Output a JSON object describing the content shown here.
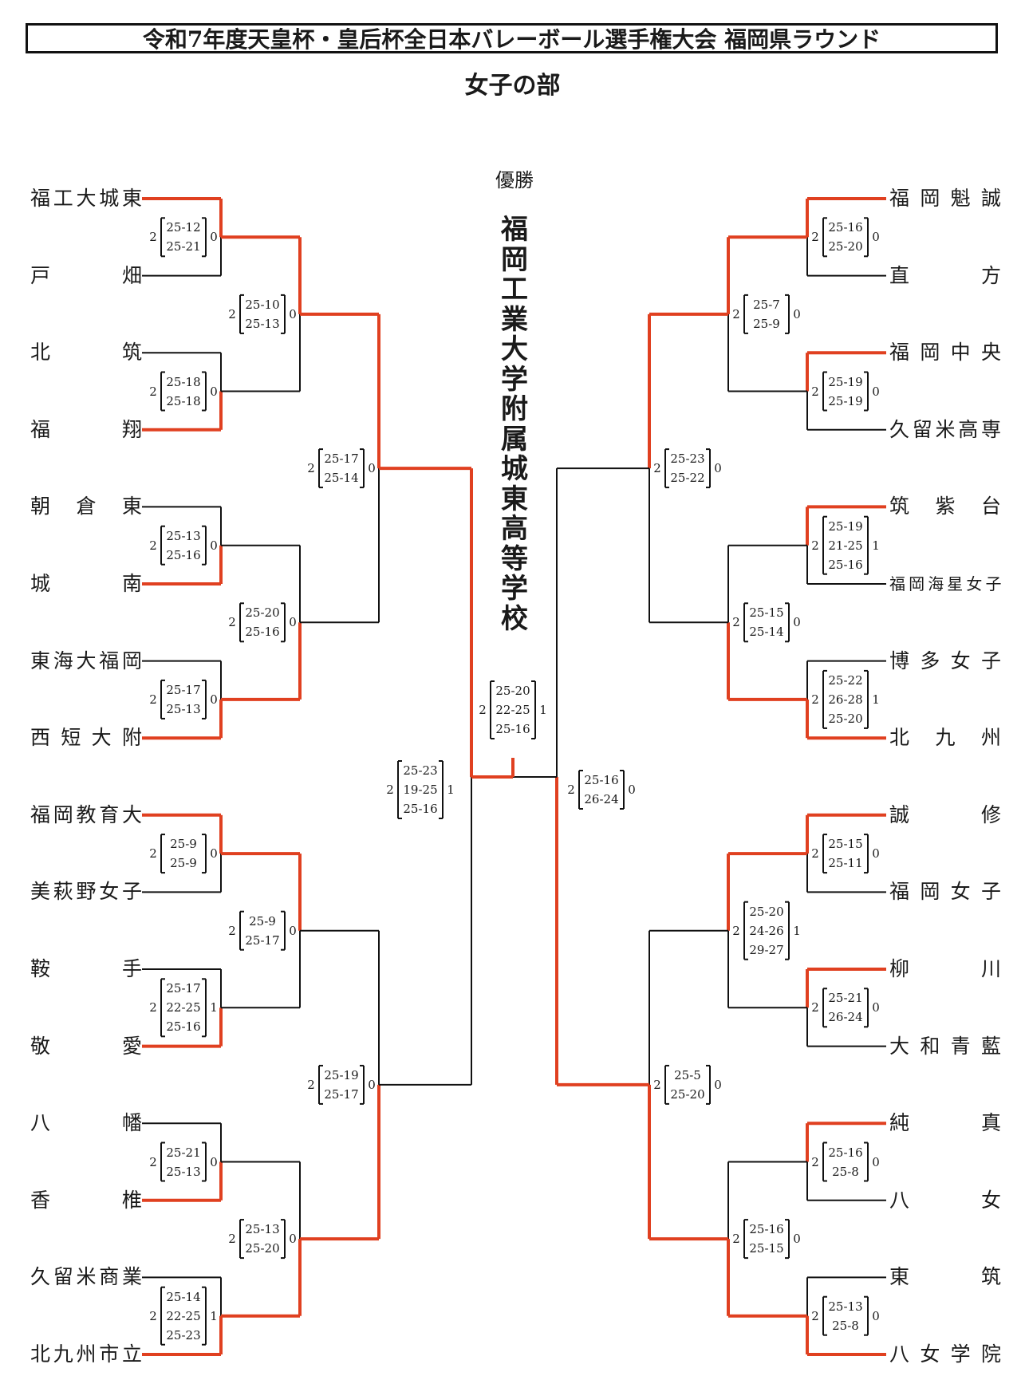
{
  "title": "令和7年度天皇杯・皇后杯全日本バレーボール選手権大会 福岡県ラウンド",
  "subtitle": "女子の部",
  "champion_label": "優勝",
  "champion": "福岡工業大学附属城東高等学校",
  "colors": {
    "winner_line": "#e04020",
    "loser_line": "#111111"
  },
  "left_teams": [
    "福工大城東",
    "戸畑",
    "北筑",
    "福翔",
    "朝倉東",
    "城南",
    "東海大福岡",
    "西短大附",
    "福岡教育大",
    "美萩野女子",
    "鞍手",
    "敬愛",
    "八幡",
    "香椎",
    "久留米商業",
    "北九州市立"
  ],
  "right_teams": [
    "福岡魁誠",
    "直方",
    "福岡中央",
    "久留米高専",
    "筑紫台",
    "福岡海星女子",
    "博多女子",
    "北九州",
    "誠修",
    "福岡女子",
    "柳川",
    "大和青藍",
    "純真",
    "八女",
    "東筑",
    "八女学院"
  ],
  "left_scores": {
    "r1": [
      {
        "a": "2",
        "b": "0",
        "sets": [
          "25-12",
          "25-21"
        ]
      },
      {
        "a": "2",
        "b": "0",
        "sets": [
          "25-18",
          "25-18"
        ]
      },
      {
        "a": "2",
        "b": "0",
        "sets": [
          "25-13",
          "25-16"
        ]
      },
      {
        "a": "2",
        "b": "0",
        "sets": [
          "25-17",
          "25-13"
        ]
      },
      {
        "a": "2",
        "b": "0",
        "sets": [
          "25-9",
          "25-9"
        ]
      },
      {
        "a": "2",
        "b": "1",
        "sets": [
          "25-17",
          "22-25",
          "25-16"
        ]
      },
      {
        "a": "2",
        "b": "0",
        "sets": [
          "25-21",
          "25-13"
        ]
      },
      {
        "a": "2",
        "b": "1",
        "sets": [
          "25-14",
          "22-25",
          "25-23"
        ]
      }
    ],
    "r2": [
      {
        "a": "2",
        "b": "0",
        "sets": [
          "25-10",
          "25-13"
        ]
      },
      {
        "a": "2",
        "b": "0",
        "sets": [
          "25-20",
          "25-16"
        ]
      },
      {
        "a": "2",
        "b": "0",
        "sets": [
          "25-9",
          "25-17"
        ]
      },
      {
        "a": "2",
        "b": "0",
        "sets": [
          "25-13",
          "25-20"
        ]
      }
    ],
    "r3": [
      {
        "a": "2",
        "b": "0",
        "sets": [
          "25-17",
          "25-14"
        ]
      },
      {
        "a": "2",
        "b": "0",
        "sets": [
          "25-19",
          "25-17"
        ]
      }
    ],
    "r4": [
      {
        "a": "2",
        "b": "1",
        "sets": [
          "25-23",
          "19-25",
          "25-16"
        ]
      }
    ]
  },
  "right_scores": {
    "r1": [
      {
        "a": "2",
        "b": "0",
        "sets": [
          "25-16",
          "25-20"
        ]
      },
      {
        "a": "2",
        "b": "0",
        "sets": [
          "25-19",
          "25-19"
        ]
      },
      {
        "a": "2",
        "b": "1",
        "sets": [
          "25-19",
          "21-25",
          "25-16"
        ]
      },
      {
        "a": "2",
        "b": "1",
        "sets": [
          "25-22",
          "26-28",
          "25-20"
        ]
      },
      {
        "a": "2",
        "b": "0",
        "sets": [
          "25-15",
          "25-11"
        ]
      },
      {
        "a": "2",
        "b": "0",
        "sets": [
          "25-21",
          "26-24"
        ]
      },
      {
        "a": "2",
        "b": "0",
        "sets": [
          "25-16",
          "25-8"
        ]
      },
      {
        "a": "2",
        "b": "0",
        "sets": [
          "25-13",
          "25-8"
        ]
      }
    ],
    "r2": [
      {
        "a": "2",
        "b": "0",
        "sets": [
          "25-7",
          "25-9"
        ]
      },
      {
        "a": "2",
        "b": "0",
        "sets": [
          "25-15",
          "25-14"
        ]
      },
      {
        "a": "2",
        "b": "1",
        "sets": [
          "25-20",
          "24-26",
          "29-27"
        ]
      },
      {
        "a": "2",
        "b": "0",
        "sets": [
          "25-16",
          "25-15"
        ]
      }
    ],
    "r3": [
      {
        "a": "2",
        "b": "0",
        "sets": [
          "25-23",
          "25-22"
        ]
      },
      {
        "a": "2",
        "b": "0",
        "sets": [
          "25-5",
          "25-20"
        ]
      }
    ],
    "r4": [
      {
        "a": "2",
        "b": "0",
        "sets": [
          "25-16",
          "26-24"
        ]
      }
    ]
  },
  "final": {
    "a": "2",
    "b": "1",
    "sets": [
      "25-20",
      "22-25",
      "25-16"
    ]
  }
}
